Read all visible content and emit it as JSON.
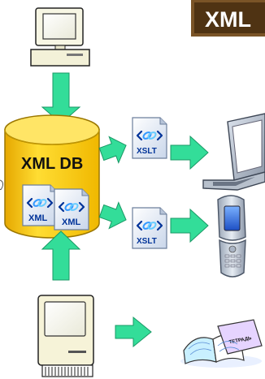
{
  "badge": {
    "label": "XML",
    "bg": "#5a3a17",
    "text": "#ffffff"
  },
  "database": {
    "label": "XML DB",
    "fill": "#ffcc00",
    "stroke": "#a07c00"
  },
  "documents": {
    "xml_label": "XML",
    "xslt_label": "XSLT",
    "icon": "xml-document-icon"
  },
  "book": {
    "label": "ТЕТРАДЬ",
    "icon": "open-book-icon"
  },
  "colors": {
    "arrow": "#33dd99",
    "arrow_stroke": "#1a9966"
  },
  "devices": [
    "desktop-computer-icon",
    "mac-computer-icon",
    "laptop-icon",
    "mobile-phone-icon"
  ]
}
